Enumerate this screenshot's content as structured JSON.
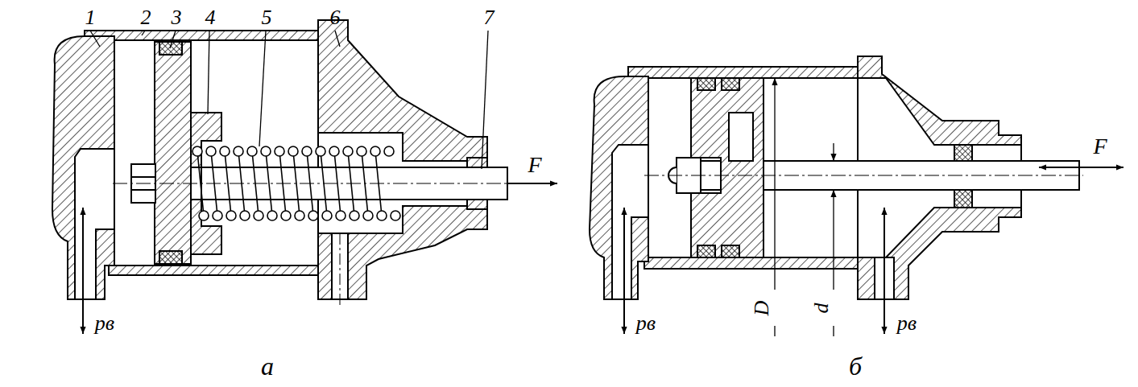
{
  "diagram": {
    "labels": [
      "1",
      "2",
      "3",
      "4",
      "5",
      "6",
      "7",
      "F",
      "pв",
      "а",
      "D",
      "d",
      "F",
      "pв",
      "pв",
      "б"
    ]
  }
}
